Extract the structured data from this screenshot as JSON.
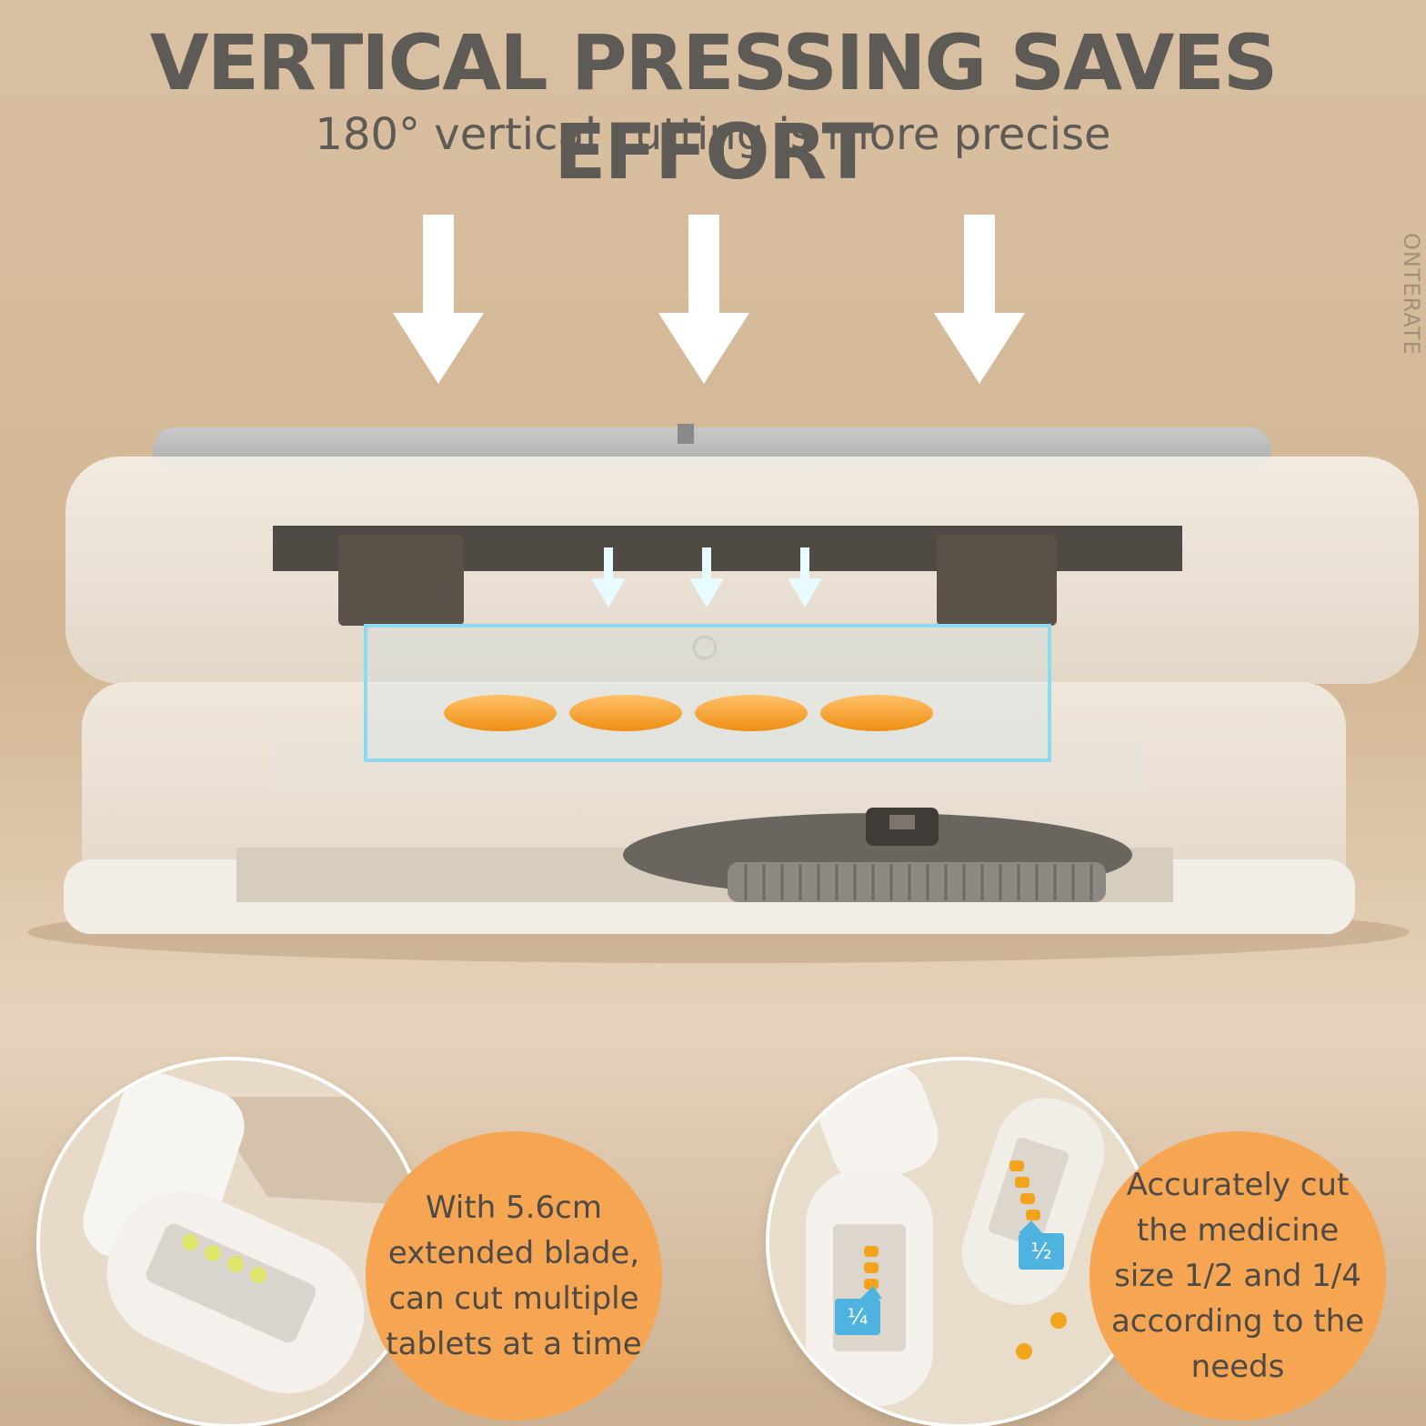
{
  "header": {
    "title": "VERTICAL PRESSING SAVES EFFORT",
    "subtitle": "180° vertical cutting is more precise"
  },
  "watermark": {
    "text": "ONTERATE"
  },
  "features": [
    {
      "text": "With 5.6cm extended blade, can cut multiple tablets at a time"
    },
    {
      "text": "Accurately cut the medicine size 1/2 and 1/4 according to the needs"
    }
  ],
  "callouts": {
    "half": "½",
    "quarter": "¼"
  },
  "colors": {
    "background": "#d6bc9c",
    "headline": "#5e5a56",
    "badge": "#f6a552",
    "tablet": "#f39a1f",
    "highlight_box": "#7fd4ec",
    "callout": "#4fb3e0"
  },
  "icons": [
    "arrow-down-icon",
    "small-arrow-down-icon"
  ]
}
